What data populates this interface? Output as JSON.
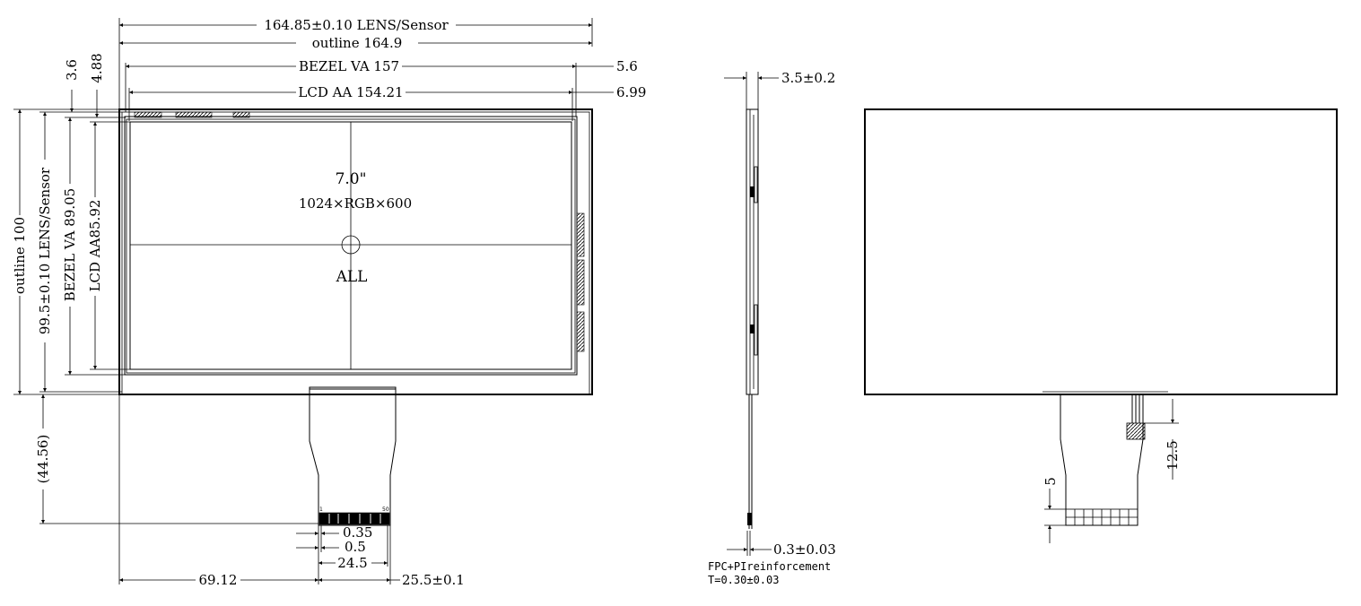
{
  "front_view": {
    "top_dims": {
      "lens_width": "164.85±0.10 LENS/Sensor",
      "outline_width": "outline 164.9",
      "bezel_va_width": "BEZEL VA 157",
      "lcd_aa_width": "LCD AA 154.21",
      "right_offset_1": "5.6",
      "right_offset_2": "6.99"
    },
    "left_dims": {
      "top_offset_1": "3.6",
      "top_offset_2": "4.88",
      "outline_height": "outline 100",
      "lens_height": "99.5±0.10 LENS/Sensor",
      "bezel_va_height": "BEZEL VA 89.05",
      "lcd_aa_height": "LCD AA85.92",
      "fpc_length": "(44.56)"
    },
    "screen": {
      "size": "7.0\"",
      "resolution": "1024×RGB×600",
      "all_label": "ALL"
    },
    "connector": {
      "pin_first": "1",
      "pin_last": "50"
    },
    "bottom_dims": {
      "pitch": "0.35",
      "pad": "0.5",
      "pins_width": "24.5",
      "fpc_width": "25.5±0.1",
      "fpc_offset": "69.12"
    }
  },
  "side_view": {
    "thickness": "3.5±0.2",
    "fpc_thickness": "0.3±0.03",
    "fpc_note": "FPC+PIreinforcement",
    "fpc_note_thickness": "T=0.30±0.03"
  },
  "back_view": {
    "dim_vertical": "12.5",
    "dim_small": "5"
  }
}
